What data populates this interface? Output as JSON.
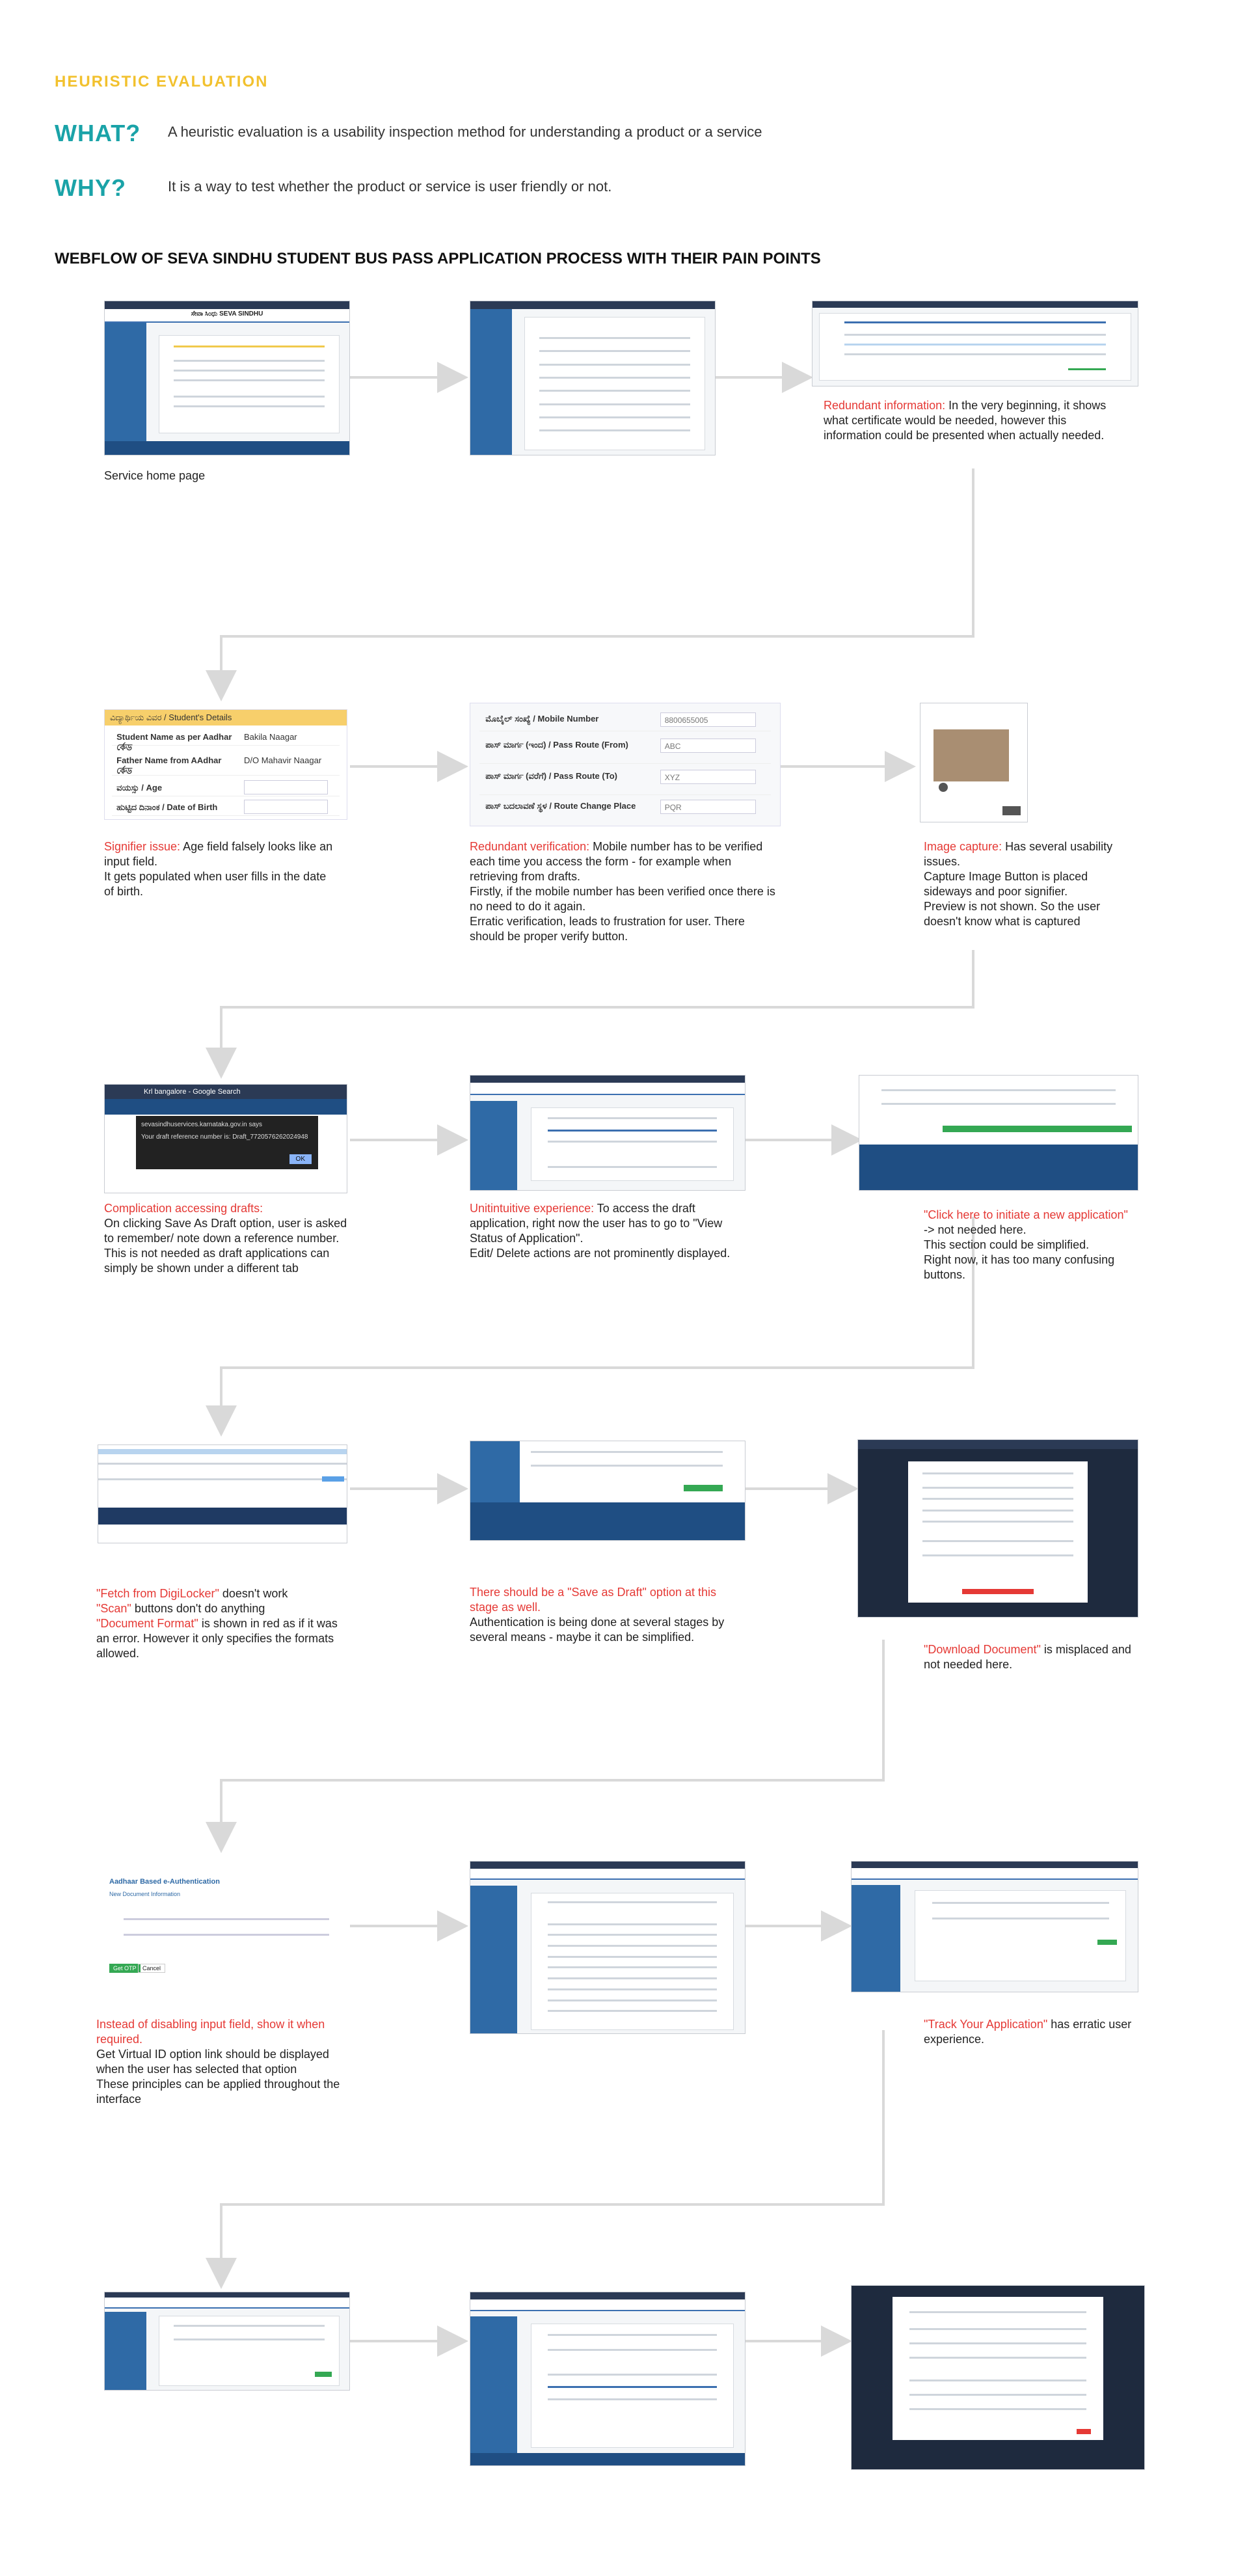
{
  "header": {
    "section_title": "HEURISTIC EVALUATION",
    "what_label": "WHAT?",
    "what_text": "A heuristic evaluation is a usability inspection method for understanding a product or a service",
    "why_label": "WHY?",
    "why_text": "It is a way to test whether the product or service is user friendly or not.",
    "webflow_title": "WEBFLOW OF SEVA SINDHU STUDENT BUS PASS APPLICATION PROCESS WITH THEIR PAIN POINTS"
  },
  "colors": {
    "accent_yellow": "#f2c12e",
    "accent_teal": "#1aa3a8",
    "pain_red": "#e53935",
    "arrow_grey": "#d9d9d9"
  },
  "screens": {
    "s1_caption": "Service home page",
    "s1_title": "ಸೇವಾ ಸಿಂಧು SEVA SINDHU",
    "form": {
      "header": "ವಿದ್ಯಾರ್ಥಿಯ ವಿವರ / Student's Details",
      "rows": [
        {
          "label": "Student Name as per Aadhar ৰ্কেড",
          "value": "Bakila Naagar"
        },
        {
          "label": "Father Name from AAdhar ৰ্কেড",
          "value": "D/O Mahavir Naagar"
        },
        {
          "label": "ವಯಸ್ಸು / Age",
          "value": ""
        },
        {
          "label": "ಹುಟ್ಟಿದ ದಿನಾಂಕ / Date of Birth",
          "value": ""
        }
      ]
    },
    "mobile": {
      "rows": [
        {
          "label": "ಮೊಬೈಲ್ ಸಂಖ್ಯೆ / Mobile Number",
          "value": "8800655005"
        },
        {
          "label": "ಪಾಸ್ ಮಾರ್ಗ (ಇಂದ) / Pass Route (From)",
          "value": "ABC"
        },
        {
          "label": "ಪಾಸ್ ಮಾರ್ಗ (ವರೆಗೆ) / Pass Route (To)",
          "value": "XYZ"
        },
        {
          "label": "ಪಾಸ್ ಬದಲಾವಣೆ ಸ್ಥಳ / Route Change Place",
          "value": "PQR"
        }
      ]
    },
    "popup": {
      "tab": "Krl bangalore - Google Search",
      "site": "sevasindhuservices.karnataka.gov.in says",
      "message": "Your draft reference number is: Draft_7720576262024948",
      "ok": "OK"
    },
    "aadhaar": {
      "title": "Aadhaar Based e-Authentication",
      "new": "New Document Information",
      "submit": "Get OTP",
      "cancel": "Cancel"
    }
  },
  "captions": [
    {
      "red": "Redundant information:",
      "text": " In the very beginning, it shows what certificate would be needed, however this information could be presented when actually needed."
    },
    {
      "red": "Signifier issue:",
      "text": " Age field falsely looks like an input field.\nIt gets populated when user fills in the date of birth."
    },
    {
      "red": "Redundant verification:",
      "text": " Mobile number has to be verified each time you access the form - for example when retrieving from drafts.\nFirstly, if the mobile number has been verified once there is no need to do it again.\nErratic verification, leads to frustration for user. There should be proper verify button."
    },
    {
      "red": "Image capture:",
      "text": " Has several usability issues.\nCapture Image Button is placed sideways and poor signifier.\nPreview is not shown. So the user doesn't know what is captured"
    },
    {
      "red": "Complication accessing drafts:",
      "text": "\nOn clicking Save As Draft option, user is asked to remember/ note down a reference number.\nThis is not needed as draft applications can simply be shown under a different tab"
    },
    {
      "red": "Unitintuitive experience:",
      "text": " To access the draft application, right now the user has to go to \"View Status of Application\".\nEdit/ Delete actions are not prominently displayed."
    },
    {
      "red": "\"Click here to initiate a new application\"",
      "text": " -> not needed here.\nThis section could be simplified.\nRight now, it has too many confusing buttons."
    },
    {
      "red": "",
      "text": ""
    },
    {
      "red": "There should be a \"Save as Draft\" option at this stage as well.",
      "text": "\nAuthentication is being done at several stages by several means - maybe it can be simplified."
    },
    {
      "red": "\"Download Document\"",
      "text": " is misplaced and not needed here."
    },
    {
      "red": "Instead of disabling input field, show it when required.",
      "text": "\nGet Virtual ID option link should be displayed when the user has selected that option\nThese principles can be applied throughout the interface"
    },
    {
      "red": "\"Track Your Application\"",
      "text": " has erratic user experience."
    }
  ],
  "digilocker_caption": {
    "p1_red": "\"Fetch from DigiLocker\"",
    "p1_text": " doesn't work",
    "p2_red": "\"Scan\"",
    "p2_text": " buttons don't do anything",
    "p3_red": "\"Document Format\"",
    "p3_text": " is shown in red as if it was an error. However it only specifies the formats allowed."
  }
}
